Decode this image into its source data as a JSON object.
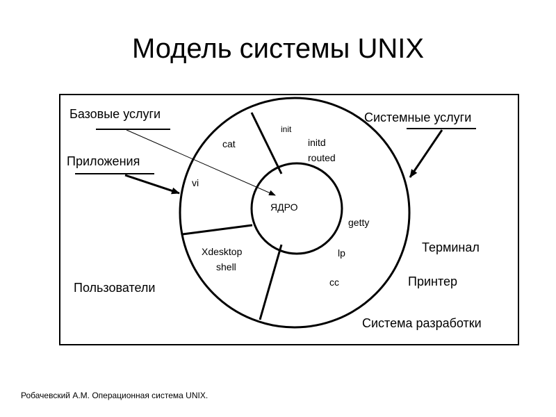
{
  "title": "Модель системы UNIX",
  "footer": "Робачевский А.М. Операционная система UNIX.",
  "labels": {
    "base_services": "Базовые услуги",
    "applications": "Приложения",
    "system_services": "Системные услуги",
    "users": "Пользователи",
    "terminal": "Терминал",
    "printer": "Принтер",
    "dev_system": "Система разработки"
  },
  "ring_items": {
    "init": "init",
    "cat": "cat",
    "initd": "initd",
    "routed": "routed",
    "vi": "vi",
    "kernel": "ЯДРО",
    "getty": "getty",
    "xdesktop": "Xdesktop",
    "shell": "shell",
    "lp": "lp",
    "cc": "cc"
  }
}
